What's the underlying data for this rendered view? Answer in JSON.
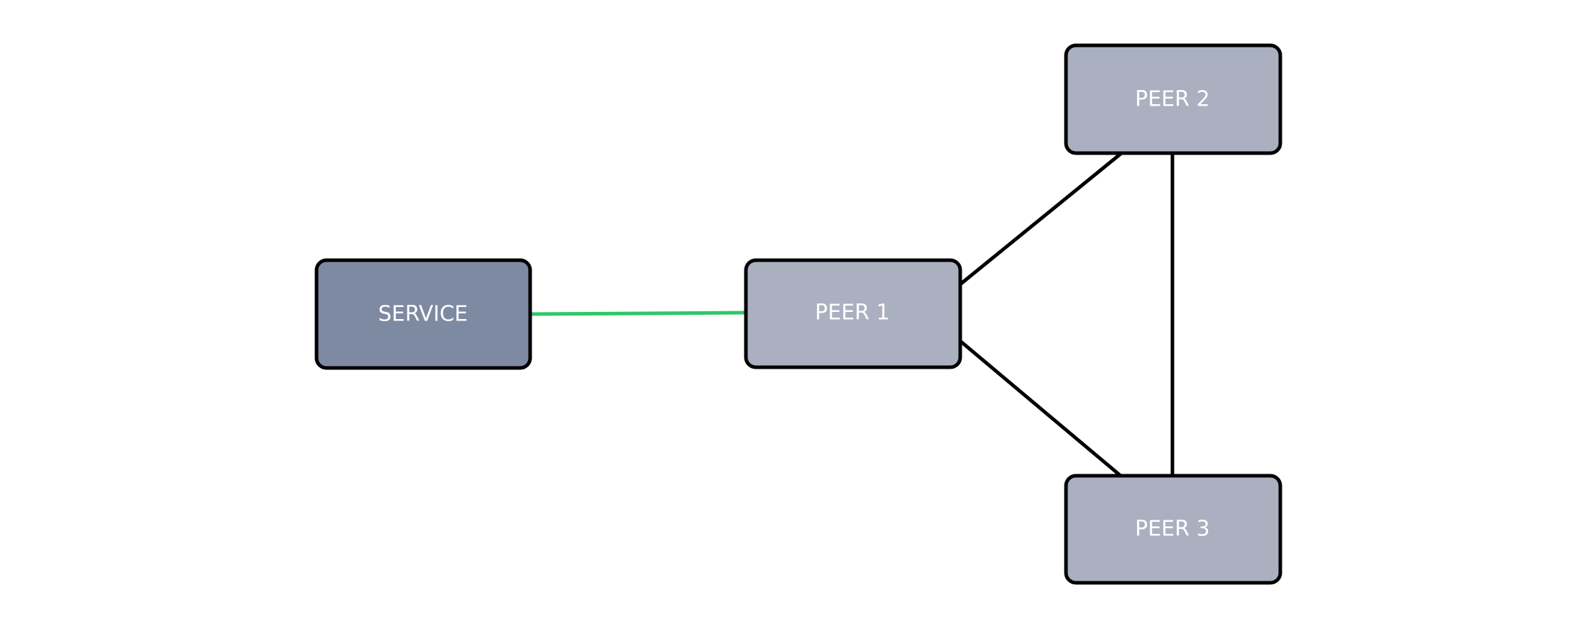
{
  "nodes": [
    {
      "id": "service",
      "label": "SERVICE",
      "color": "#7e89a2"
    },
    {
      "id": "peer1",
      "label": "PEER 1",
      "color": "#aab0bf"
    },
    {
      "id": "peer2",
      "label": "PEER 2",
      "color": "#aab0bf"
    },
    {
      "id": "peer3",
      "label": "PEER 3",
      "color": "#aab0bf"
    }
  ],
  "edges": [
    {
      "from": "service",
      "to": "peer1",
      "direction": "forward",
      "color": "#2ec866"
    },
    {
      "from": "peer1",
      "to": "peer2",
      "direction": "both",
      "color": "#000000"
    },
    {
      "from": "peer1",
      "to": "peer3",
      "direction": "both",
      "color": "#000000"
    },
    {
      "from": "peer2",
      "to": "peer3",
      "direction": "both",
      "color": "#000000"
    }
  ]
}
